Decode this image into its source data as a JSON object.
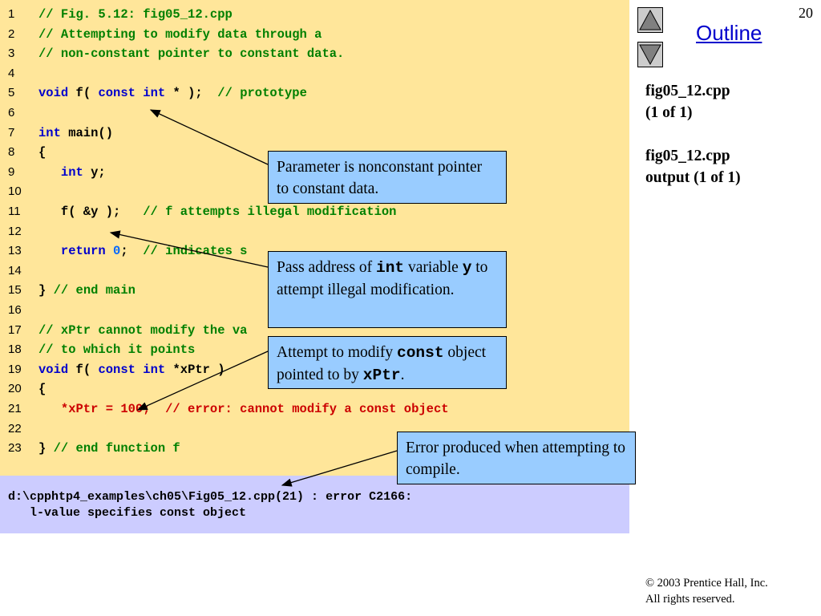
{
  "slide": {
    "page_number": "20"
  },
  "outline": {
    "title": "Outline",
    "up_button": "up-arrow-icon",
    "down_button": "down-arrow-icon",
    "file_label": "fig05_12.cpp",
    "file_part": "(1 of 1)",
    "output_label": "fig05_12.cpp",
    "output_part": "output (1 of 1)"
  },
  "code_lines": [
    {
      "num": "1",
      "segments": [
        {
          "t": "// Fig. 5.12: fig05_12.cpp",
          "c": "c-comment"
        }
      ]
    },
    {
      "num": "2",
      "segments": [
        {
          "t": "// Attempting to modify data through a",
          "c": "c-comment"
        }
      ]
    },
    {
      "num": "3",
      "segments": [
        {
          "t": "// non-constant pointer to constant data.",
          "c": "c-comment"
        }
      ]
    },
    {
      "num": "4",
      "segments": []
    },
    {
      "num": "5",
      "segments": [
        {
          "t": "void",
          "c": "c-kw"
        },
        {
          "t": " f( ",
          "c": "c-plain"
        },
        {
          "t": "const",
          "c": "c-kw"
        },
        {
          "t": " ",
          "c": "c-plain"
        },
        {
          "t": "int",
          "c": "c-kw"
        },
        {
          "t": " * );  ",
          "c": "c-plain"
        },
        {
          "t": "// prototype",
          "c": "c-comment"
        }
      ]
    },
    {
      "num": "6",
      "segments": []
    },
    {
      "num": "7",
      "segments": [
        {
          "t": "int",
          "c": "c-kw"
        },
        {
          "t": " main()",
          "c": "c-plain"
        }
      ]
    },
    {
      "num": "8",
      "segments": [
        {
          "t": "{",
          "c": "c-plain"
        }
      ]
    },
    {
      "num": "9",
      "segments": [
        {
          "t": "   ",
          "c": "c-plain"
        },
        {
          "t": "int",
          "c": "c-kw"
        },
        {
          "t": " y;",
          "c": "c-plain"
        }
      ]
    },
    {
      "num": "10",
      "segments": []
    },
    {
      "num": "11",
      "segments": [
        {
          "t": "   f( &y );   ",
          "c": "c-plain"
        },
        {
          "t": "// f attempts illegal modification",
          "c": "c-comment"
        }
      ]
    },
    {
      "num": "12",
      "segments": []
    },
    {
      "num": "13",
      "segments": [
        {
          "t": "   ",
          "c": "c-plain"
        },
        {
          "t": "return",
          "c": "c-kw"
        },
        {
          "t": " ",
          "c": "c-plain"
        },
        {
          "t": "0",
          "c": "c-num"
        },
        {
          "t": ";  ",
          "c": "c-plain"
        },
        {
          "t": "// indicates s",
          "c": "c-comment"
        }
      ]
    },
    {
      "num": "14",
      "segments": []
    },
    {
      "num": "15",
      "segments": [
        {
          "t": "} ",
          "c": "c-plain"
        },
        {
          "t": "// end main",
          "c": "c-comment"
        }
      ]
    },
    {
      "num": "16",
      "segments": []
    },
    {
      "num": "17",
      "segments": [
        {
          "t": "// xPtr cannot modify the va",
          "c": "c-comment"
        }
      ]
    },
    {
      "num": "18",
      "segments": [
        {
          "t": "// to which it points",
          "c": "c-comment"
        }
      ]
    },
    {
      "num": "19",
      "segments": [
        {
          "t": "void",
          "c": "c-kw"
        },
        {
          "t": " f( ",
          "c": "c-plain"
        },
        {
          "t": "const",
          "c": "c-kw"
        },
        {
          "t": " ",
          "c": "c-plain"
        },
        {
          "t": "int",
          "c": "c-kw"
        },
        {
          "t": " *xPtr )",
          "c": "c-plain"
        }
      ]
    },
    {
      "num": "20",
      "segments": [
        {
          "t": "{",
          "c": "c-plain"
        }
      ]
    },
    {
      "num": "21",
      "segments": [
        {
          "t": "   *xPtr = 100;  // error: cannot modify a const object",
          "c": "c-error"
        }
      ]
    },
    {
      "num": "22",
      "segments": []
    },
    {
      "num": "23",
      "segments": [
        {
          "t": "} ",
          "c": "c-plain"
        },
        {
          "t": "// end function f",
          "c": "c-comment"
        }
      ]
    }
  ],
  "compiler_output": {
    "line1": "d:\\cpphtp4_examples\\ch05\\Fig05_12.cpp(21) : error C2166:",
    "line2": "   l-value specifies const object"
  },
  "callouts": {
    "param": {
      "text": "Parameter is nonconstant pointer to constant data."
    },
    "address": {
      "pre": "Pass address of ",
      "code1": "int",
      "mid": " variable ",
      "code2": "y",
      "post": " to attempt illegal modification."
    },
    "modify": {
      "pre": "Attempt to modify ",
      "code1": "const",
      "mid": " object pointed to by ",
      "code2": "xPtr",
      "post": "."
    },
    "error": {
      "text": "Error produced when attempting to compile."
    }
  },
  "footer": {
    "copyright_line1": "© 2003 Prentice Hall, Inc.",
    "copyright_line2": "All rights reserved."
  },
  "colors": {
    "code_bg": "#ffe69a",
    "output_bg": "#ccccff",
    "callout_bg": "#99ccff",
    "comment": "#008000",
    "keyword": "#0000cc",
    "error": "#cc0000",
    "outline_link": "#0000cc"
  }
}
